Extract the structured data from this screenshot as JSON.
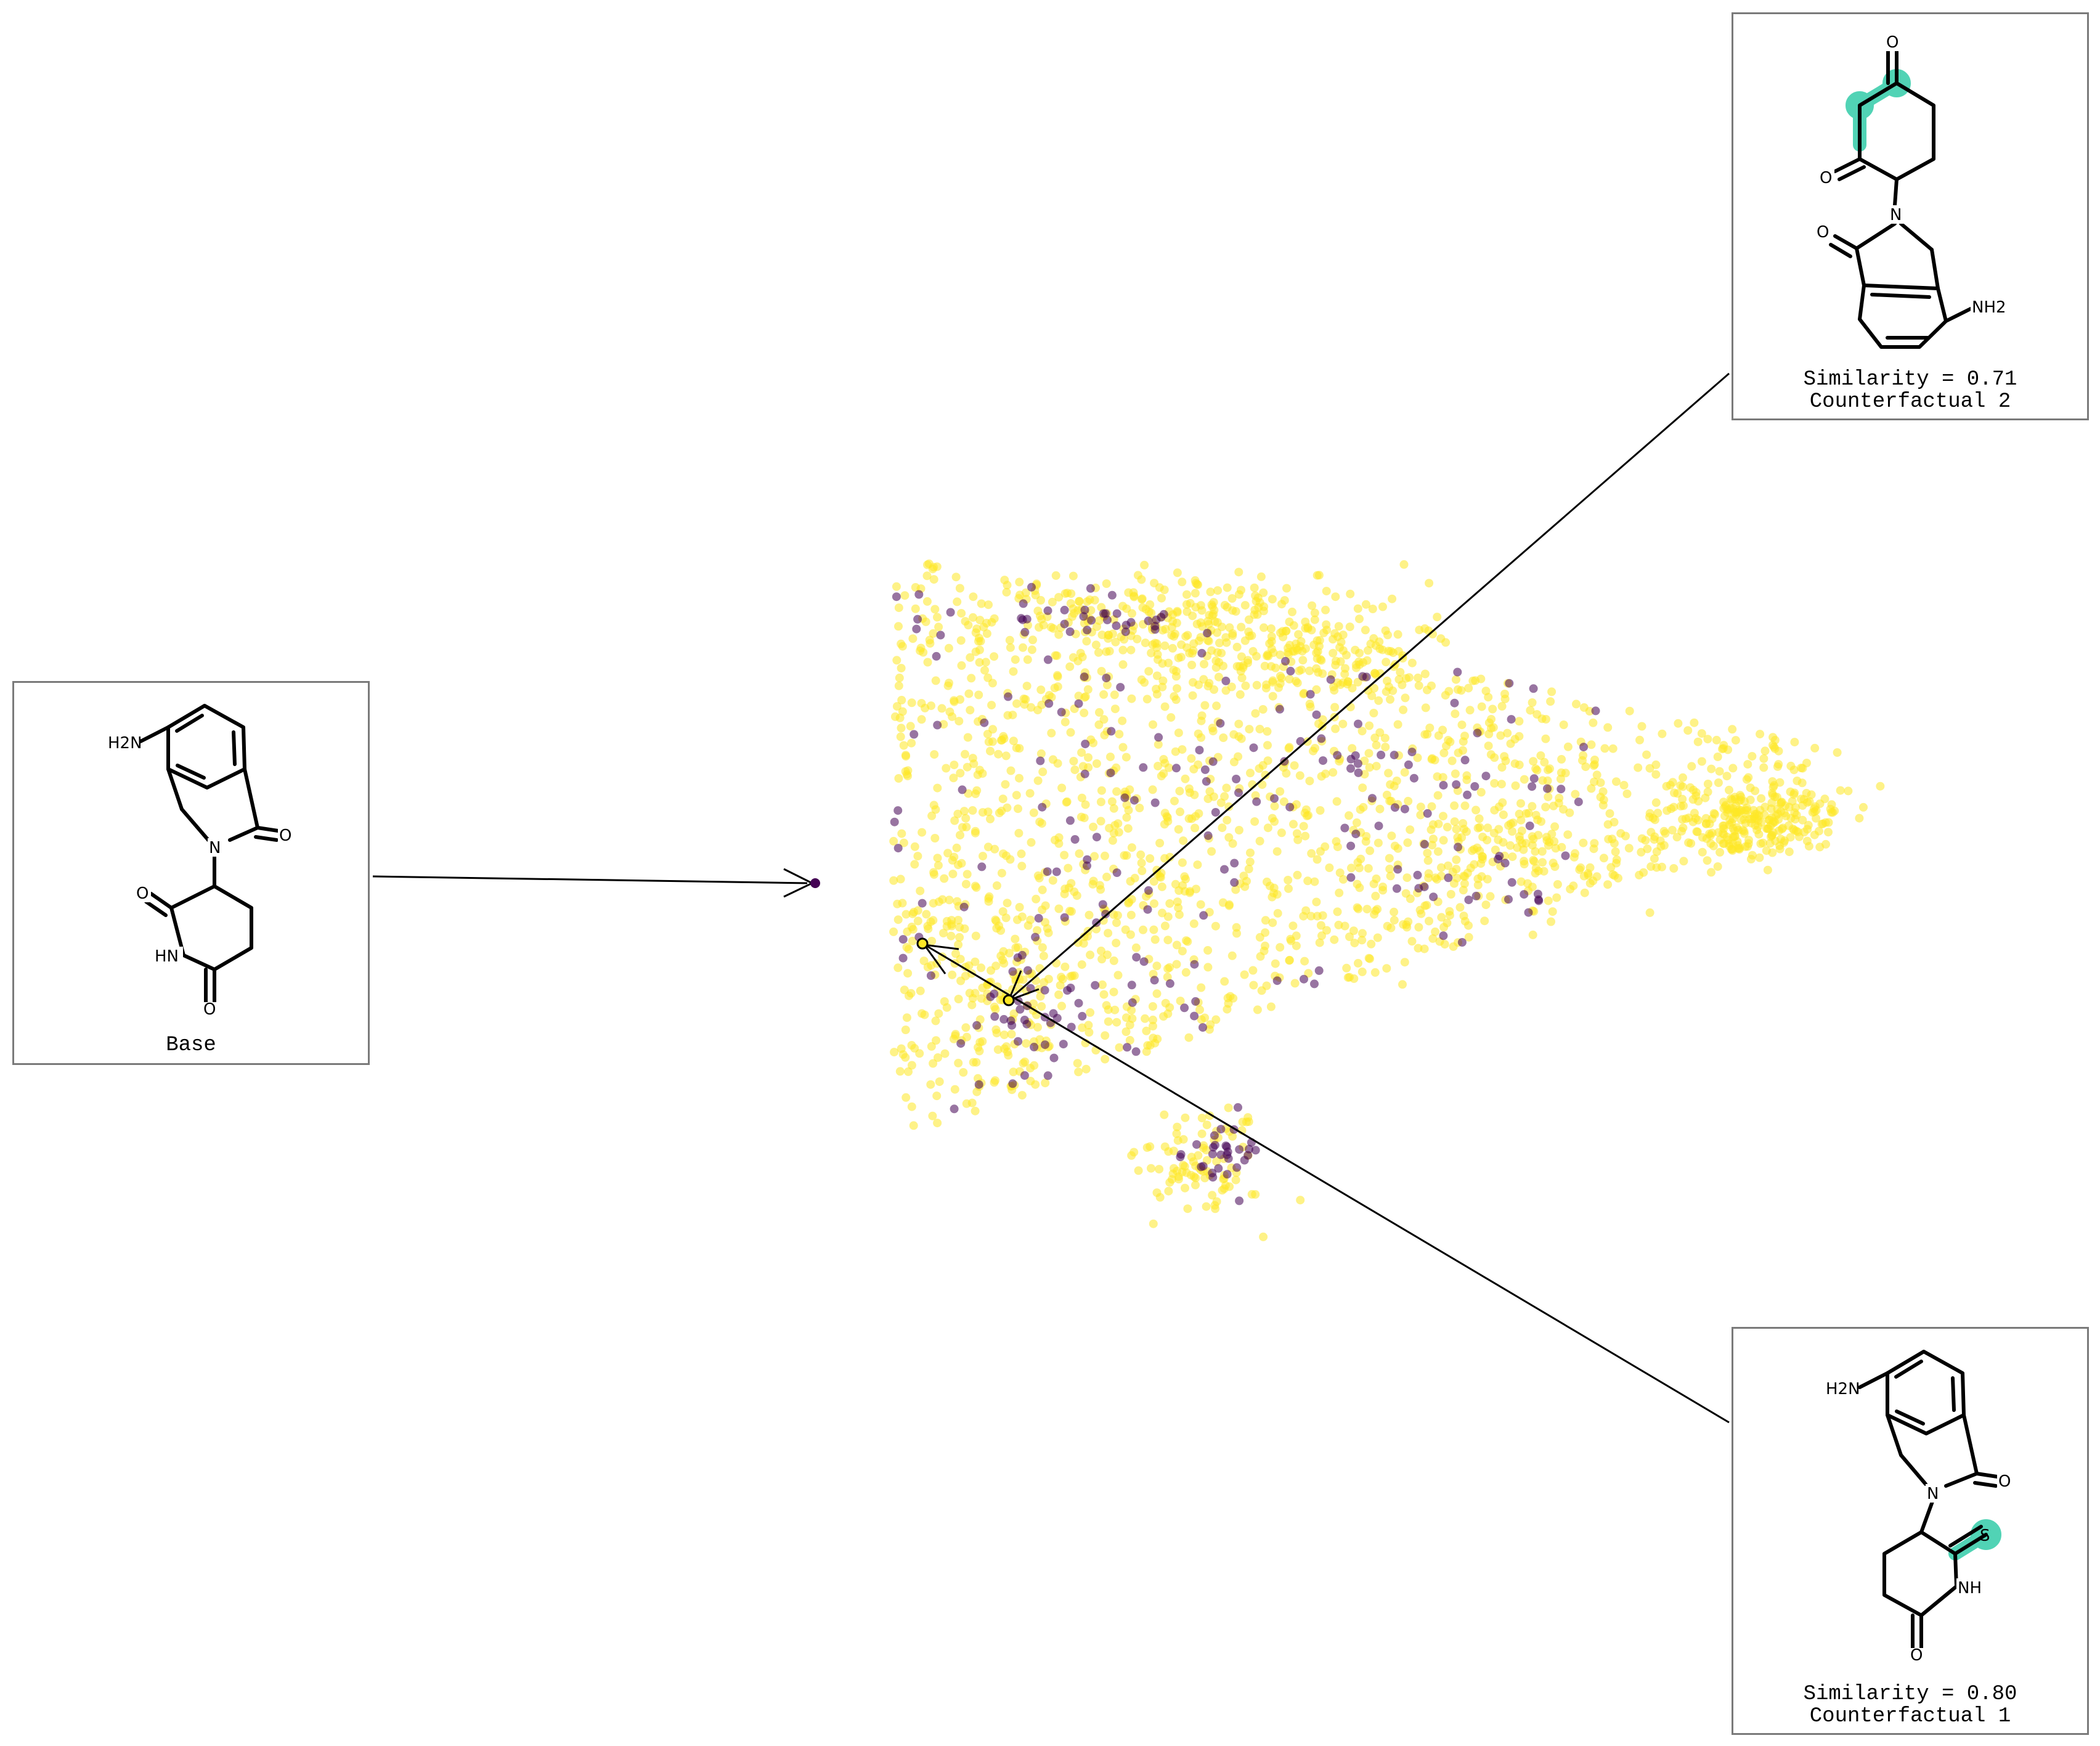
{
  "panels": {
    "base": {
      "caption": "Base"
    },
    "cf2": {
      "similarity": "Similarity = 0.71",
      "name": "Counterfactual 2"
    },
    "cf1": {
      "similarity": "Similarity = 0.80",
      "name": "Counterfactual 1"
    }
  },
  "atom_labels": {
    "oxygen": "O",
    "nitrogen": "N",
    "sulfur": "S",
    "nh": "NH",
    "hn": "HN",
    "nh2": "NH2",
    "h2n": "H2N"
  },
  "colors": {
    "class_a": "#fde725",
    "class_b": "#440154",
    "highlight": "#3fcfae",
    "arrow": "#000000",
    "frame": "#7a7a7a"
  },
  "chart_data": {
    "type": "scatter",
    "title": "",
    "xlabel": "",
    "ylabel": "",
    "legend": "none",
    "grid": false,
    "series": [
      {
        "color": "#fde725",
        "n_points": 2200,
        "approx": true
      },
      {
        "color": "#440154",
        "n_points": 260,
        "approx": true
      }
    ],
    "highlighted_points": [
      {
        "id": "base",
        "x": 1323,
        "y": 1433,
        "color": "#440154"
      },
      {
        "id": "counterfactual-1",
        "x": 1497,
        "y": 1531,
        "color": "#fde725"
      },
      {
        "id": "counterfactual-2",
        "x": 1637,
        "y": 1623,
        "color": "#fde725"
      }
    ]
  }
}
